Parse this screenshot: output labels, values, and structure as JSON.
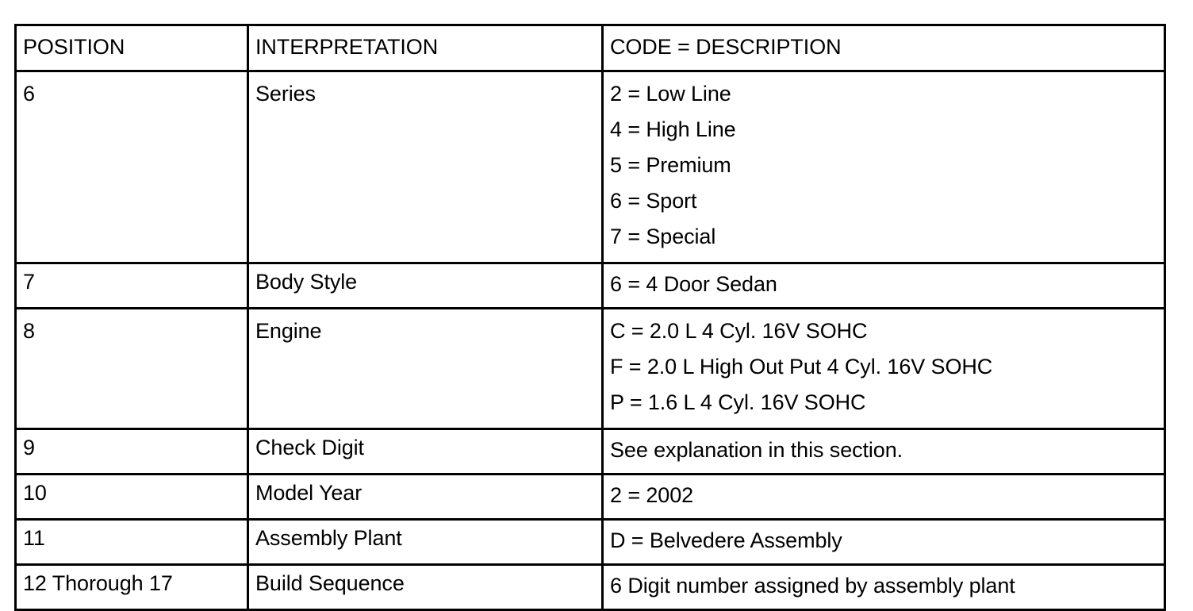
{
  "table": {
    "headers": {
      "position": "POSITION",
      "interpretation": "INTERPRETATION",
      "code_description": "CODE = DESCRIPTION"
    },
    "rows": [
      {
        "position": "6",
        "interpretation": "Series",
        "codes": [
          "2 = Low Line",
          "4 = High Line",
          "5 = Premium",
          "6 = Sport",
          "7 = Special"
        ]
      },
      {
        "position": "7",
        "interpretation": "Body Style",
        "codes": [
          "6 = 4 Door Sedan"
        ]
      },
      {
        "position": "8",
        "interpretation": "Engine",
        "codes": [
          "C = 2.0 L 4 Cyl. 16V SOHC",
          "F = 2.0 L High Out Put 4 Cyl. 16V SOHC",
          "P = 1.6 L 4 Cyl. 16V SOHC"
        ]
      },
      {
        "position": "9",
        "interpretation": "Check Digit",
        "codes": [
          "See explanation in this section."
        ]
      },
      {
        "position": "10",
        "interpretation": "Model Year",
        "codes": [
          "2 = 2002"
        ]
      },
      {
        "position": "11",
        "interpretation": "Assembly Plant",
        "codes": [
          "D = Belvedere Assembly"
        ]
      },
      {
        "position": "12 Thorough 17",
        "interpretation": "Build Sequence",
        "codes": [
          "6 Digit number assigned by assembly plant"
        ]
      }
    ]
  },
  "colors": {
    "border": "#000000",
    "text": "#000000",
    "background": "#ffffff"
  }
}
